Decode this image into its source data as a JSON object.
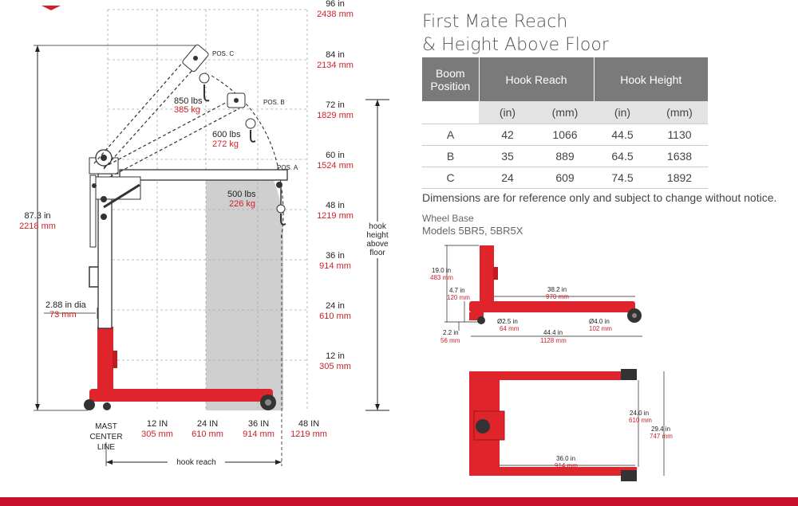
{
  "title": {
    "line1": "First Mate Reach",
    "line2": "& Height Above Floor"
  },
  "table": {
    "headers": {
      "boom_position": "Boom Position",
      "hook_reach": "Hook Reach",
      "hook_height": "Hook Height"
    },
    "units": [
      "(in)",
      "(mm)",
      "(in)",
      "(mm)"
    ],
    "rows": [
      {
        "pos": "A",
        "reach_in": "42",
        "reach_mm": "1066",
        "height_in": "44.5",
        "height_mm": "1130"
      },
      {
        "pos": "B",
        "reach_in": "35",
        "reach_mm": "889",
        "height_in": "64.5",
        "height_mm": "1638"
      },
      {
        "pos": "C",
        "reach_in": "24",
        "reach_mm": "609",
        "height_in": "74.5",
        "height_mm": "1892"
      }
    ]
  },
  "note": "Dimensions are for reference only and subject to change without notice.",
  "wheel_base": {
    "label": "Wheel Base",
    "models": "Models 5BR5, 5BR5X"
  },
  "diagram": {
    "height_marks": [
      {
        "in": "96 in",
        "mm": "2438 mm"
      },
      {
        "in": "84 in",
        "mm": "2134 mm"
      },
      {
        "in": "72 in",
        "mm": "1829 mm"
      },
      {
        "in": "60 in",
        "mm": "1524 mm"
      },
      {
        "in": "48 in",
        "mm": "1219 mm"
      },
      {
        "in": "36 in",
        "mm": "914 mm"
      },
      {
        "in": "24 in",
        "mm": "610 mm"
      },
      {
        "in": "12 in",
        "mm": "305 mm"
      }
    ],
    "reach_marks": [
      {
        "in": "12 IN",
        "mm": "305 mm"
      },
      {
        "in": "24 IN",
        "mm": "610 mm"
      },
      {
        "in": "36 IN",
        "mm": "914 mm"
      },
      {
        "in": "48 IN",
        "mm": "1219 mm"
      }
    ],
    "overall_in": "87.3 in",
    "overall_mm": "2218 mm",
    "mast_dia_in": "2.88 in dia",
    "mast_dia_mm": "73 mm",
    "mast_label": [
      "MAST",
      "CENTER",
      "LINE"
    ],
    "hook_reach_label": "hook reach",
    "hook_height_label": [
      "hook",
      "height",
      "above",
      "floor"
    ],
    "pos_c": "POS. C",
    "pos_b": "POS. B",
    "pos_a": "POS. A",
    "load_c_lbs": "850 lbs",
    "load_c_kg": "385 kg",
    "load_b_lbs": "600 lbs",
    "load_b_kg": "272 kg",
    "load_a_lbs": "500 lbs",
    "load_a_kg": "226 kg"
  },
  "side_view": {
    "h_in": "19.0 in",
    "h_mm": "483 mm",
    "h2_in": "4.7 in",
    "h2_mm": "120 mm",
    "leg_in": "38.2 in",
    "leg_mm": "970 mm",
    "caster_s_in": "Ø2.5 in",
    "caster_s_mm": "64 mm",
    "caster_l_in": "Ø4.0 in",
    "caster_l_mm": "102 mm",
    "clear_in": "2.2 in",
    "clear_mm": "56 mm",
    "total_in": "44.4 in",
    "total_mm": "1128 mm"
  },
  "top_view": {
    "inner_in": "24.0 in",
    "inner_mm": "610 mm",
    "outer_in": "29.4 in",
    "outer_mm": "747 mm",
    "len_in": "36.0 in",
    "len_mm": "914 mm"
  },
  "colors": {
    "accent": "#d0202a",
    "table_header": "#7a7a7a",
    "frame": "#e0242b",
    "bar": "#c8102e"
  }
}
